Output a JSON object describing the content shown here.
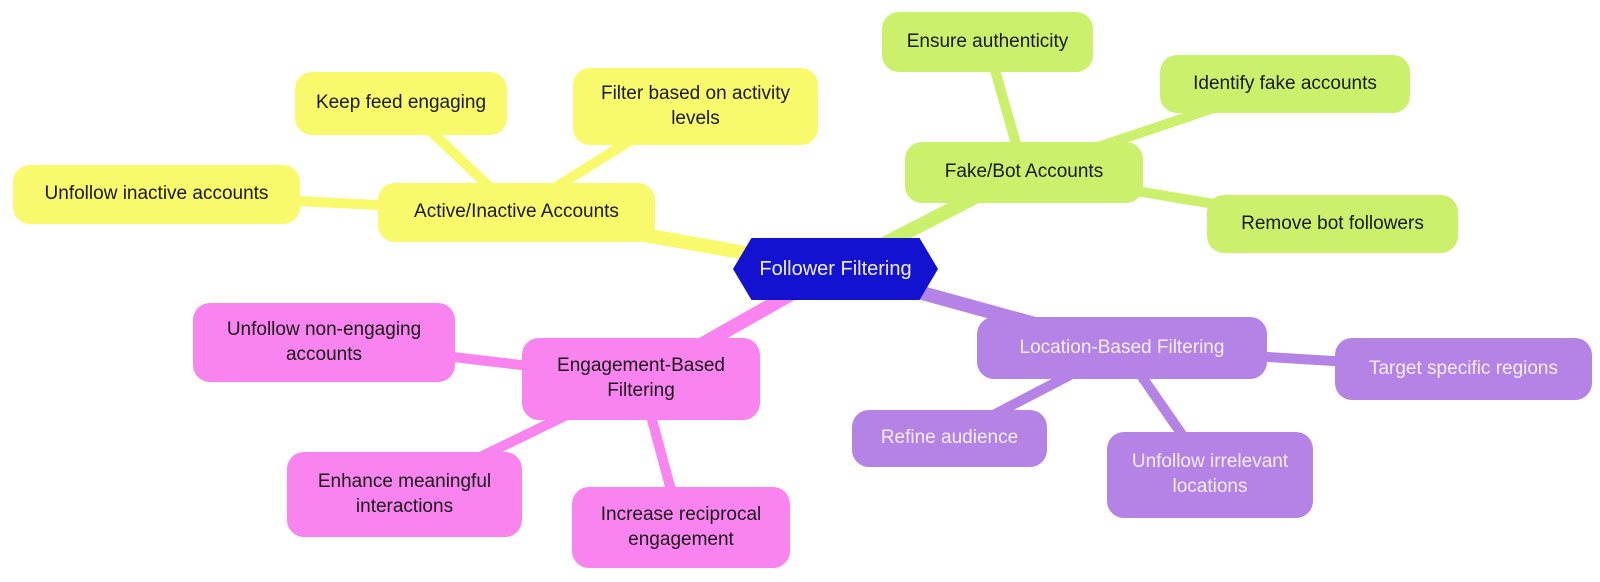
{
  "mindmap": {
    "root": {
      "label": "Follower Filtering"
    },
    "branches": [
      {
        "label": "Active/Inactive Accounts",
        "section_color": "#f9f96c",
        "children": [
          {
            "label": "Keep feed engaging"
          },
          {
            "label": "Filter based on activity levels"
          },
          {
            "label": "Unfollow inactive accounts"
          }
        ]
      },
      {
        "label": "Fake/Bot Accounts",
        "section_color": "#cbf16c",
        "children": [
          {
            "label": "Ensure authenticity"
          },
          {
            "label": "Identify fake accounts"
          },
          {
            "label": "Remove bot followers"
          }
        ]
      },
      {
        "label": "Engagement-Based Filtering",
        "section_color": "#f983ef",
        "children": [
          {
            "label": "Unfollow non-engaging accounts"
          },
          {
            "label": "Enhance meaningful interactions"
          },
          {
            "label": "Increase reciprocal engagement"
          }
        ]
      },
      {
        "label": "Location-Based Filtering",
        "section_color": "#b583e6",
        "children": [
          {
            "label": "Refine audience"
          },
          {
            "label": "Unfollow irrelevant locations"
          },
          {
            "label": "Target specific regions"
          }
        ]
      }
    ],
    "colors": {
      "background": "#ffffff",
      "root_fill": "#1312d0",
      "yellow_fill": "#f9f96c",
      "green_fill": "#cbf16c",
      "pink_fill": "#f983ef",
      "purple_fill": "#b583e6",
      "dark_text": "#191919",
      "light_text": "#f1edfa"
    }
  }
}
